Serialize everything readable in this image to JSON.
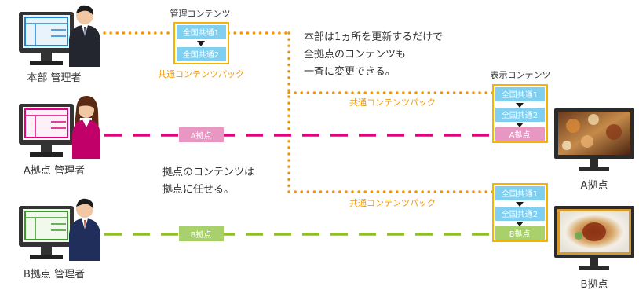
{
  "colors": {
    "orange": "#f39800",
    "magenta": "#e4007f",
    "green": "#8dc21f",
    "light_blue": "#7fcff0",
    "box_border": "#f5b400",
    "pink_tag": "#e897c3",
    "green_tag": "#a8d16b",
    "text": "#333333"
  },
  "people": {
    "hq": {
      "label": "本部 管理者",
      "screen_color": "#1c86d6"
    },
    "a": {
      "label": "A拠点 管理者",
      "screen_color": "#e4007f"
    },
    "b": {
      "label": "B拠点 管理者",
      "screen_color": "#3a9a2a"
    }
  },
  "hq_pack": {
    "title": "管理コンテンツ",
    "items": [
      "全国共通1",
      "全国共通2"
    ],
    "caption": "共通コンテンツパック"
  },
  "notes": {
    "hq_note": [
      "本部は1ヵ所を更新するだけで",
      "全拠点のコンテンツも",
      "一斉に変更できる。"
    ],
    "branch_note": [
      "拠点のコンテンツは",
      "拠点に任せる。"
    ]
  },
  "display_label": "表示コンテンツ",
  "pack_label_a": "共通コンテンツパック",
  "pack_label_b": "共通コンテンツパック",
  "a_line": {
    "tag": "A拠点",
    "stack": [
      "全国共通1",
      "全国共通2",
      "A拠点"
    ]
  },
  "b_line": {
    "tag": "B拠点",
    "stack": [
      "全国共通1",
      "全国共通2",
      "B拠点"
    ]
  },
  "monitors": {
    "a": "A拠点",
    "b": "B拠点"
  }
}
